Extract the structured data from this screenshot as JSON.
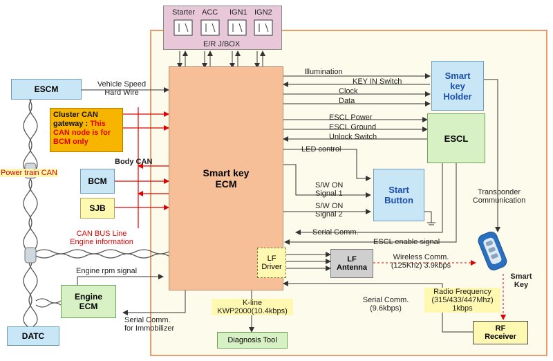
{
  "colors": {
    "ecm_fill": "#f7bf97",
    "main_border": "#e87a3a",
    "panel_bg": "#fdfcec",
    "blue_box": "#c8e6f5",
    "green_box": "#d7f0c4",
    "cluster_box": "#f7b500",
    "red": "#e00000",
    "jbox": "#e8c8d8"
  },
  "jbox": {
    "labels": [
      "Starter",
      "ACC",
      "IGN1",
      "IGN2"
    ],
    "title": "E/R J/BOX"
  },
  "ecm": {
    "line1": "Smart key",
    "line2": "ECM"
  },
  "escm": "ESCM",
  "vehicle_speed": {
    "line1": "Vehicle Speed",
    "line2": "Hard Wire"
  },
  "cluster": {
    "black": "Cluster CAN gateway : ",
    "red": "This CAN node is for BCM only"
  },
  "power_train_can": "Power train CAN",
  "body_can": "Body CAN",
  "bcm": "BCM",
  "sjb": "SJB",
  "can_bus": {
    "line1": "CAN BUS Line",
    "line2": "Engine information"
  },
  "engine_rpm": "Engine rpm signal",
  "engine_ecm": {
    "line1": "Engine",
    "line2": "ECM"
  },
  "serial_immobilizer": {
    "line1": "Serial Comm.",
    "line2": "for Immobilizer"
  },
  "datc": "DATC",
  "kline": {
    "line1": "K-line",
    "line2": "KWP2000(10.4kbps)"
  },
  "diagnosis_tool": "Diagnosis Tool",
  "signals": {
    "illumination": "Illumination",
    "key_in": "KEY IN Switch",
    "clock": "Clock",
    "data": "Data",
    "escl_power": "ESCL Power",
    "escl_ground": "ESCL Ground",
    "unlock_switch": "Unlock Switch",
    "led_control": "LED control",
    "sw_on_1": {
      "line1": "S/W ON",
      "line2": "Signal 1"
    },
    "sw_on_2": {
      "line1": "S/W ON",
      "line2": "Signal 2"
    },
    "serial_comm": "Serial Comm.",
    "escl_enable": "ESCL enable signal"
  },
  "smart_key_holder": {
    "line1": "Smart",
    "line2": "key",
    "line3": "Holder"
  },
  "escl": "ESCL",
  "start_button": {
    "line1": "Start",
    "line2": "Button"
  },
  "transponder": {
    "line1": "Transponder",
    "line2": "Communication"
  },
  "lf_driver": {
    "line1": "LF",
    "line2": "Driver"
  },
  "lf_antenna": {
    "line1": "LF",
    "line2": "Antenna"
  },
  "wireless": {
    "line1": "Wireless Comm.",
    "line2": "(125Khz) 3.9kbps"
  },
  "smart_key": {
    "line1": "Smart",
    "line2": "Key"
  },
  "radio_freq": {
    "line1": "Radio Frequency",
    "line2": "(315/433/447Mhz)",
    "line3": "1kbps"
  },
  "serial_rf": {
    "line1": "Serial Comm.",
    "line2": "(9.6kbps)"
  },
  "rf_receiver": {
    "line1": "RF",
    "line2": "Receiver"
  }
}
